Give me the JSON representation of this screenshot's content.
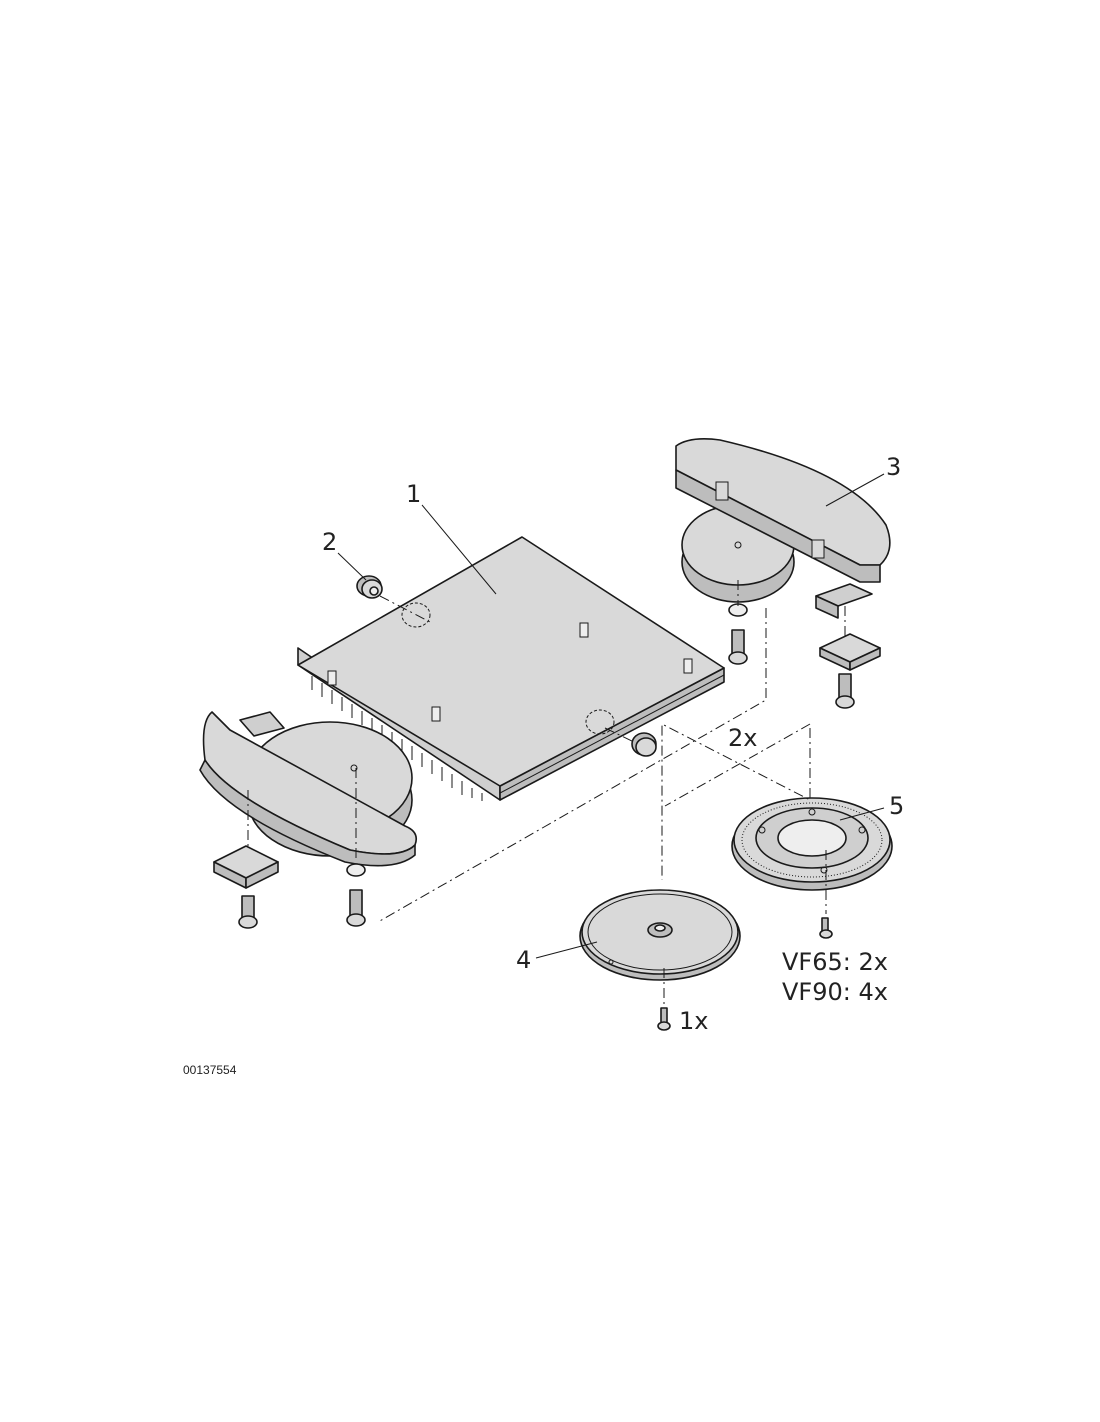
{
  "callouts": {
    "c1": "1",
    "c2": "2",
    "c3": "3",
    "c4": "4",
    "c5": "5"
  },
  "quantities": {
    "q2x": "2x",
    "q1x": "1x",
    "vf65": "VF65: 2x",
    "vf90": "VF90: 4x"
  },
  "document_id": "00137554",
  "colors": {
    "part_fill": "#d9d9d9",
    "part_shade": "#bdbdbd",
    "line": "#1a1a1a"
  }
}
